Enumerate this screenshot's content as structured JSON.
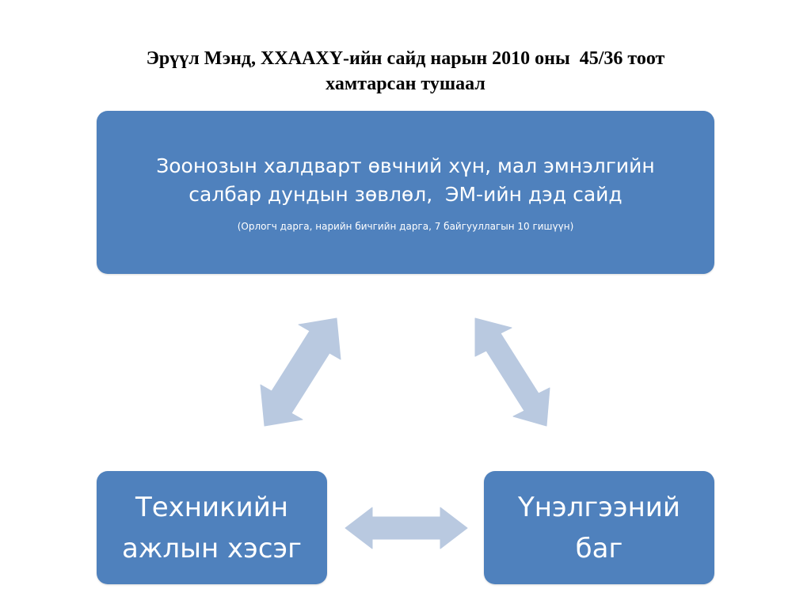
{
  "slide": {
    "title": "Эрүүл Мэнд, ХХААХҮ-ийн сайд нарын 2010 оны  45/36 тоот\nхамтарсан тушаал",
    "top_box": {
      "main_text": "Зоонозын халдварт өвчний хүн, мал эмнэлгийн\nсалбар дундын зөвлөл,  ЭМ-ийн дэд сайд",
      "sub_text": "(Орлогч дарга, нарийн бичгийн дарга, 7 байгууллагын 10 гишүүн)"
    },
    "left_box": {
      "text": "Техникийн\nажлын хэсэг"
    },
    "right_box": {
      "text": "Үнэлгээний\nбаг"
    }
  },
  "colors": {
    "box_fill": "#4f81bd",
    "arrow_fill": "#b9c9e0",
    "text_on_box": "#ffffff"
  }
}
